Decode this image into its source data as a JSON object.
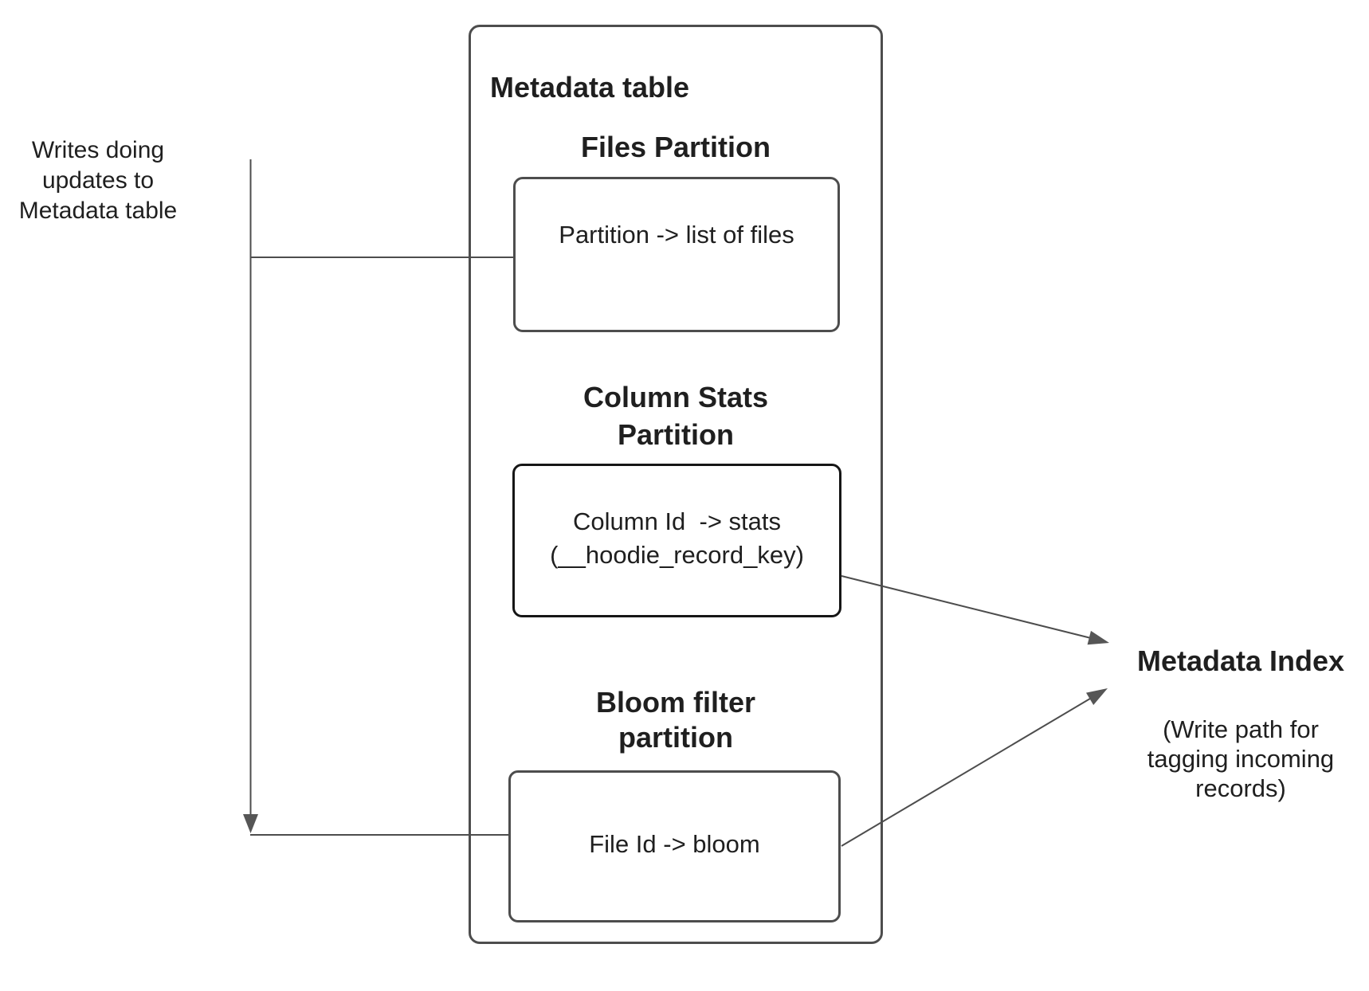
{
  "writes_label": "Writes doing\nupdates to\nMetadata table",
  "metadata_table": {
    "title": "Metadata table",
    "files": {
      "heading": "Files Partition",
      "mapping": "Partition -> list of files"
    },
    "column_stats": {
      "heading": "Column Stats\nPartition",
      "mapping": "Column Id  -> stats\n(__hoodie_record_key)"
    },
    "bloom": {
      "heading": "Bloom filter\npartition",
      "mapping": "File Id -> bloom"
    }
  },
  "metadata_index": {
    "title": "Metadata Index",
    "subtitle": "(Write path for\ntagging incoming\nrecords)"
  },
  "colors": {
    "background": "#ffffff",
    "text": "#1f1f1f",
    "line": "#4d4d4d",
    "box_border": "#4d4d4d",
    "emphasis_border": "#161616",
    "arrowhead": "#565656"
  }
}
